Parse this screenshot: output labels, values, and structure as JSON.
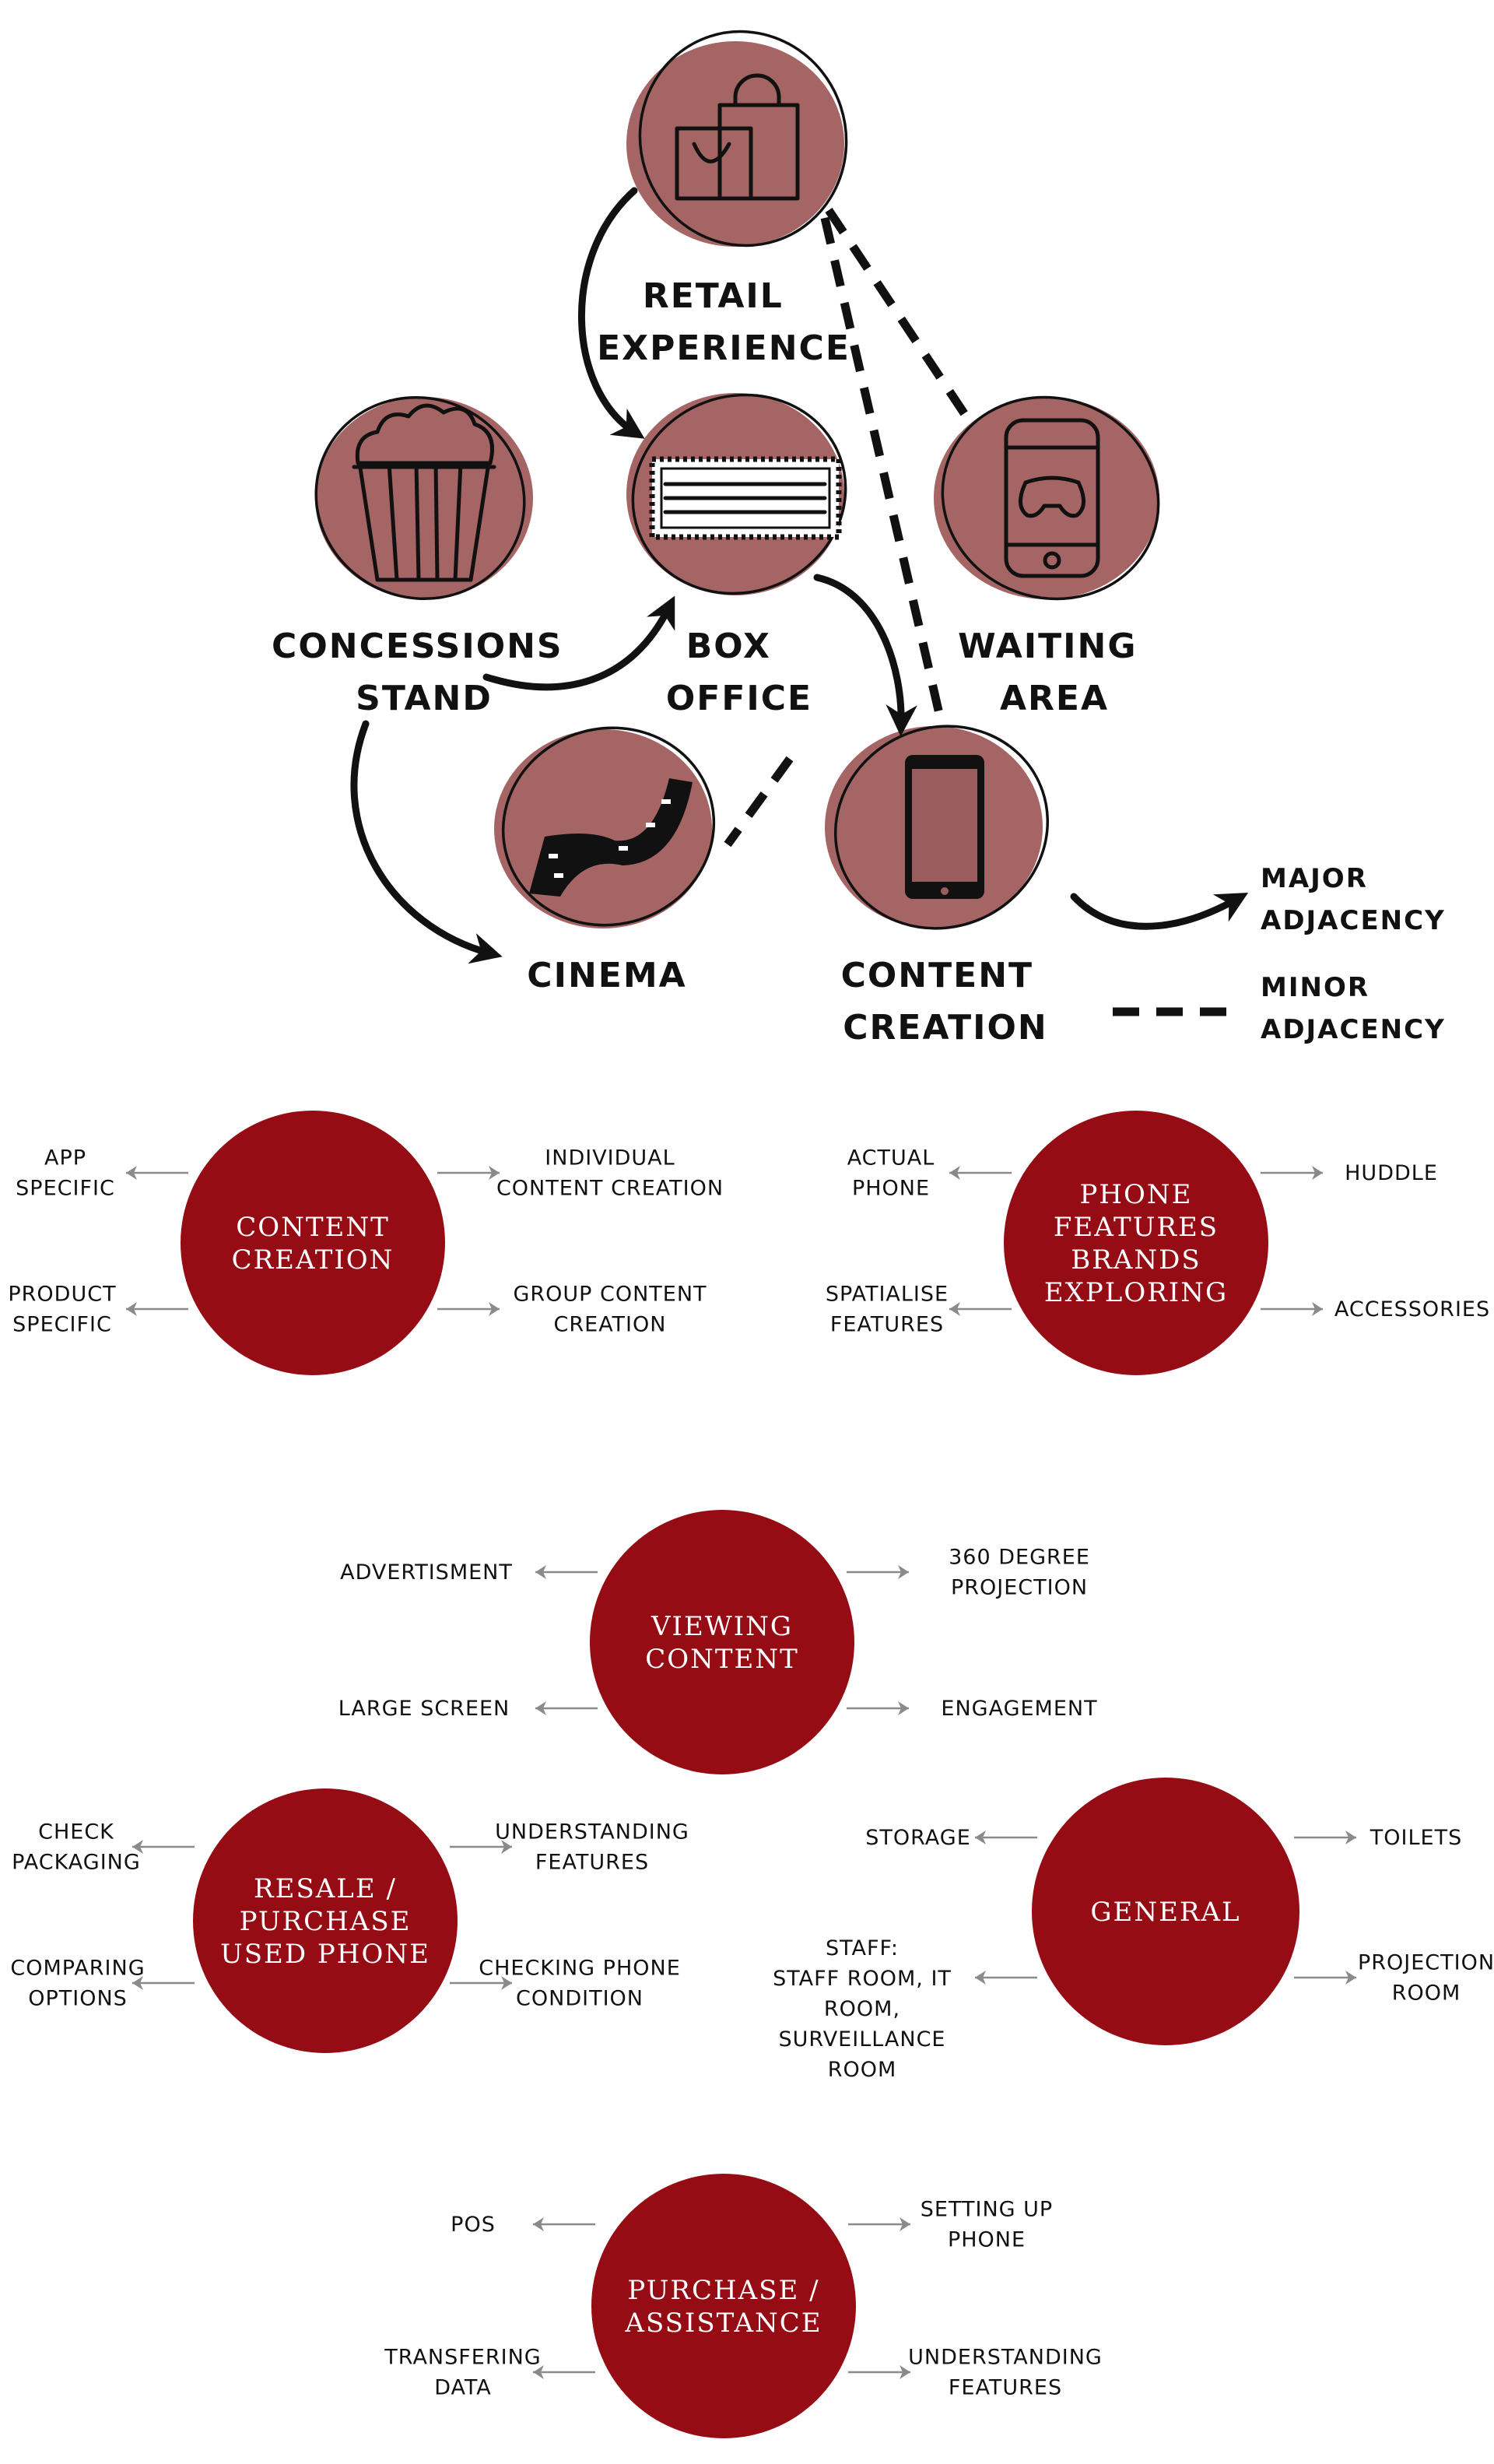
{
  "adjacency_diagram": {
    "nodes": {
      "retail": {
        "line1": "RETAIL",
        "line2": "EXPERIENCE",
        "icon": "shopping-bags-icon"
      },
      "concessions": {
        "line1": "CONCESSIONS",
        "line2": "STAND",
        "icon": "popcorn-icon"
      },
      "box_office": {
        "line1": "BOX",
        "line2": "OFFICE",
        "icon": "marquee-sign-icon"
      },
      "waiting": {
        "line1": "WAITING",
        "line2": "AREA",
        "icon": "phone-gamepad-icon"
      },
      "cinema": {
        "line1": "CINEMA",
        "icon": "film-strip-icon"
      },
      "content_creation": {
        "line1": "CONTENT",
        "line2": "CREATION",
        "icon": "smartphone-icon"
      }
    },
    "legend": {
      "major_line1": "MAJOR",
      "major_line2": "ADJACENCY",
      "minor_line1": "MINOR",
      "minor_line2": "ADJACENCY"
    }
  },
  "clusters": [
    {
      "id": "content-creation",
      "circle": [
        "CONTENT",
        "CREATION"
      ],
      "tl": [
        "APP",
        "SPECIFIC"
      ],
      "tr": [
        "INDIVIDUAL",
        "CONTENT CREATION"
      ],
      "bl": [
        "PRODUCT",
        "SPECIFIC"
      ],
      "br": [
        "GROUP CONTENT",
        "CREATION"
      ]
    },
    {
      "id": "phone-features",
      "circle": [
        "PHONE",
        "FEATURES",
        "BRANDS",
        "EXPLORING"
      ],
      "tl": [
        "ACTUAL",
        "PHONE"
      ],
      "tr": [
        "HUDDLE"
      ],
      "bl": [
        "SPATIALISE",
        "FEATURES"
      ],
      "br": [
        "ACCESSORIES"
      ]
    },
    {
      "id": "viewing-content",
      "circle": [
        "VIEWING",
        "CONTENT"
      ],
      "tl": [
        "ADVERTISMENT"
      ],
      "tr": [
        "360 DEGREE",
        "PROJECTION"
      ],
      "bl": [
        "LARGE SCREEN"
      ],
      "br": [
        "ENGAGEMENT"
      ]
    },
    {
      "id": "resale",
      "circle": [
        "RESALE /",
        "PURCHASE",
        "USED PHONE"
      ],
      "tl": [
        "CHECK",
        "PACKAGING"
      ],
      "tr": [
        "UNDERSTANDING",
        "FEATURES"
      ],
      "bl": [
        "COMPARING",
        "OPTIONS"
      ],
      "br": [
        "CHECKING PHONE",
        "CONDITION"
      ]
    },
    {
      "id": "general",
      "circle": [
        "GENERAL"
      ],
      "tl": [
        "STORAGE"
      ],
      "tr": [
        "TOILETS"
      ],
      "bl": [
        "STAFF:",
        "STAFF ROOM, IT",
        "ROOM,",
        "SURVEILLANCE",
        "ROOM"
      ],
      "br": [
        "PROJECTION",
        "ROOM"
      ]
    },
    {
      "id": "purchase-assistance",
      "circle": [
        "PURCHASE /",
        "ASSISTANCE"
      ],
      "tl": [
        "POS"
      ],
      "tr": [
        "SETTING UP",
        "PHONE"
      ],
      "bl": [
        "TRANSFERING",
        "DATA"
      ],
      "br": [
        "UNDERSTANDING",
        "FEATURES"
      ]
    }
  ],
  "colors": {
    "blob": "#a56565",
    "circle": "#960c14",
    "ink": "#111111",
    "arrow": "#8a8a8a"
  }
}
